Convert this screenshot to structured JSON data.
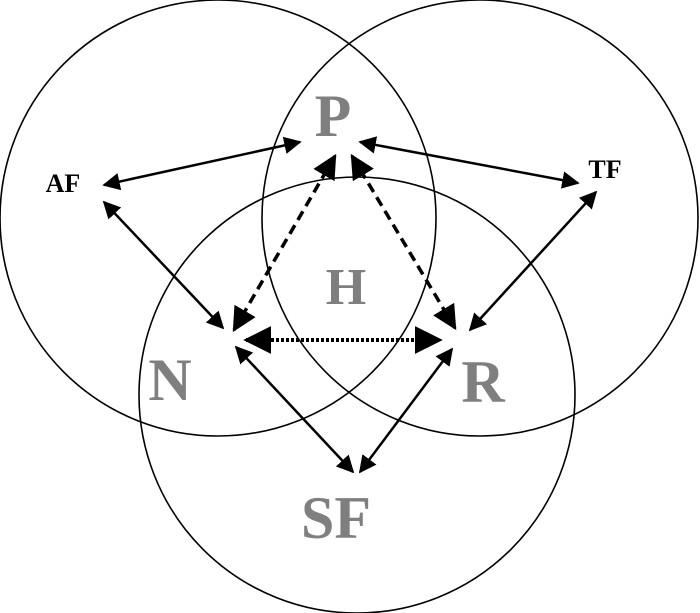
{
  "labels": {
    "P": "P",
    "H": "H",
    "N": "N",
    "R": "R",
    "SF": "SF",
    "AF": "AF",
    "TF": "TF"
  },
  "colors": {
    "circle_stroke": "#000000",
    "arrow_stroke": "#000000",
    "big_label": "#7f7f7f",
    "small_label": "#000000"
  }
}
